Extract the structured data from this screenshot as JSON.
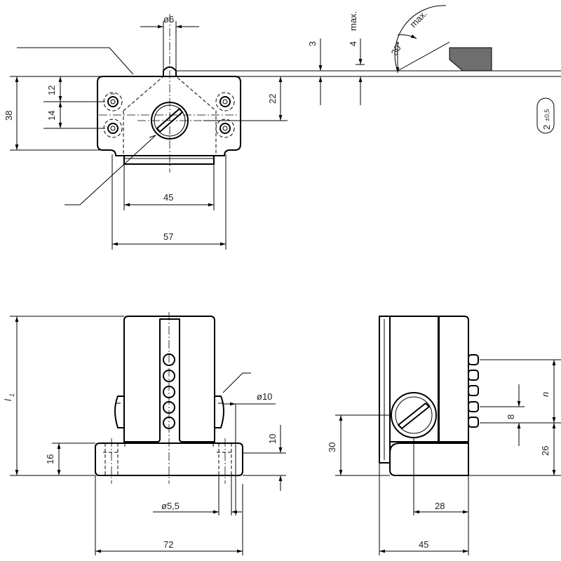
{
  "top_view": {
    "pin_diameter": "ø6",
    "dim_3": "3",
    "dim_4": "4",
    "max_vertical": "max.",
    "max_angle": "max.",
    "angle": "30°",
    "dim_12": "12",
    "dim_14": "14",
    "dim_38": "38",
    "dim_22": "22",
    "dim_45": "45",
    "dim_57": "57",
    "tolerance_value": "2",
    "tolerance_note": "±0,5"
  },
  "front_view": {
    "length_symbol": "l",
    "length_subscript": "1",
    "dim_16": "16",
    "dim_10": "10",
    "bolt_diameter": "ø10",
    "hole_diameter": "ø5,5",
    "dim_72": "72"
  },
  "side_view": {
    "dim_30": "30",
    "dim_28": "28",
    "dim_45": "45",
    "dim_8": "8",
    "dim_26": "26",
    "n_symbol": "n"
  }
}
